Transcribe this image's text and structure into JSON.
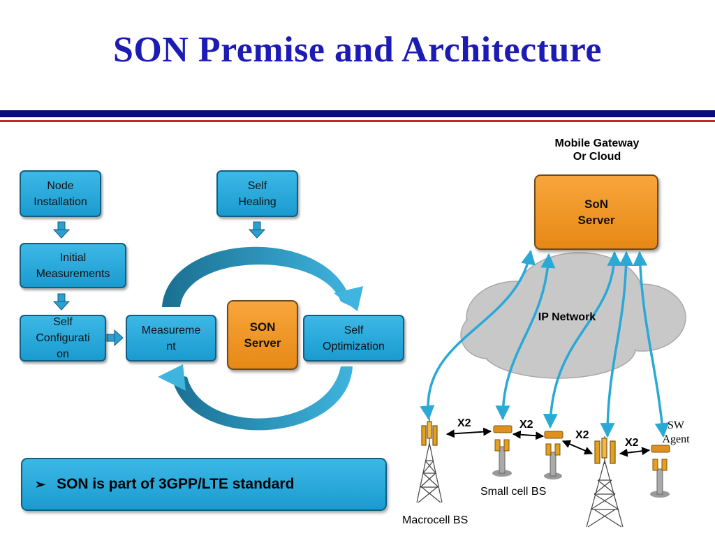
{
  "title": "SON Premise and Architecture",
  "left_diagram": {
    "node_installation": "Node Installation",
    "initial_measurements": "Initial Measurements",
    "self_configuration": "Self Configurati on",
    "measurement": "Measureme nt",
    "son_server": "SON Server",
    "self_optimization": "Self Optimization",
    "self_healing": "Self Healing"
  },
  "banner": {
    "bullet": "➢",
    "text": "SON is part of 3GPP/LTE standard"
  },
  "right_diagram": {
    "gateway_label_line1": "Mobile Gateway",
    "gateway_label_line2": "Or Cloud",
    "son_server_line1": "SoN",
    "son_server_line2": "Server",
    "ip_network": "IP Network",
    "x2_labels": [
      "X2",
      "X2",
      "X2",
      "X2"
    ],
    "sw_agent_line1": "SW",
    "sw_agent_line2": "Agent",
    "small_cell_label": "Small cell BS",
    "macrocell_label": "Macrocell BS"
  },
  "colors": {
    "title": "#1c1cb4",
    "box_blue": "#1a9bd0",
    "box_orange": "#e78816",
    "rule_navy": "#0a0a78",
    "rule_red": "#c0282d",
    "cloud": "#c8c8c8",
    "link": "#2aa8d6"
  }
}
